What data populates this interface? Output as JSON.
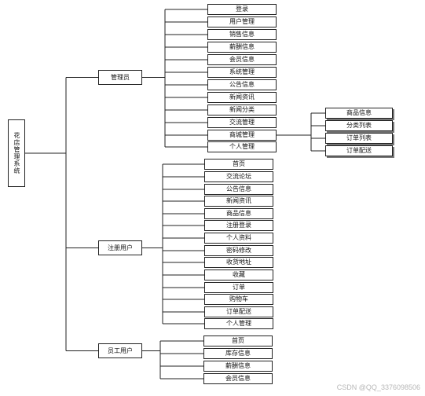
{
  "root": "花店管理系统",
  "groups": [
    {
      "label": "管理员",
      "children": [
        "登录",
        "用户管理",
        "销售信息",
        "薪酬信息",
        "会员信息",
        "系统管理",
        "公告信息",
        "新闻资讯",
        "新闻分类",
        "交流管理",
        "商城管理",
        "个人管理"
      ]
    },
    {
      "label": "注册用户",
      "children": [
        "首页",
        "交流论坛",
        "公告信息",
        "新闻资讯",
        "商品信息",
        "注册登录",
        "个人资料",
        "密码修改",
        "收货地址",
        "收藏",
        "订单",
        "购物车",
        "订单配送",
        "个人管理"
      ]
    },
    {
      "label": "员工用户",
      "children": [
        "首页",
        "库存信息",
        "薪酬信息",
        "会员信息"
      ]
    }
  ],
  "mall": {
    "children": [
      "商品信息",
      "分类列表",
      "订单列表",
      "订单配送"
    ]
  },
  "watermark": "CSDN @QQ_3376098506"
}
